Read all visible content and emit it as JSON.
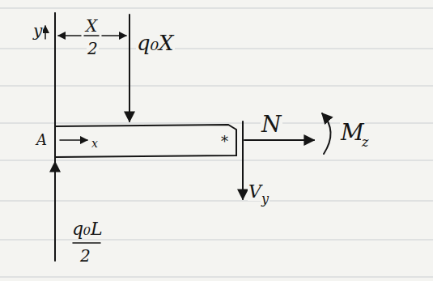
{
  "diagram": {
    "labels": [
      "X",
      "2",
      "q₀X",
      "y",
      "A",
      "x",
      "*",
      "N",
      "M",
      "z",
      "V",
      "y",
      "q₀L",
      "2"
    ]
  }
}
